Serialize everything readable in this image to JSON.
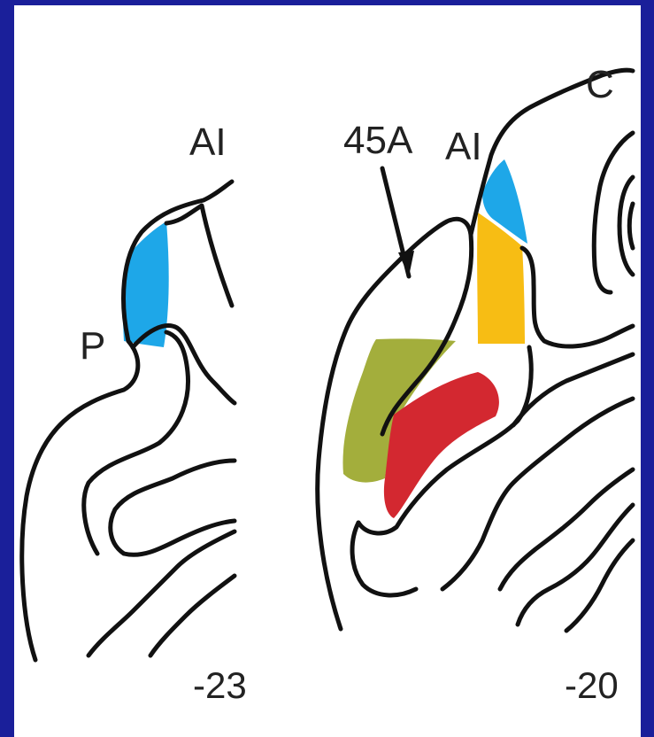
{
  "labels": {
    "p": "P",
    "ai_left": "AI",
    "ai_right": "AI",
    "area_45a": "45A",
    "c": "C",
    "section_left": "-23",
    "section_right": "-20"
  },
  "colors": {
    "blue": "#1ea7e8",
    "yellow": "#f7bd14",
    "green": "#a3ae3c",
    "red": "#d32830",
    "border": "#1a1f9a"
  }
}
